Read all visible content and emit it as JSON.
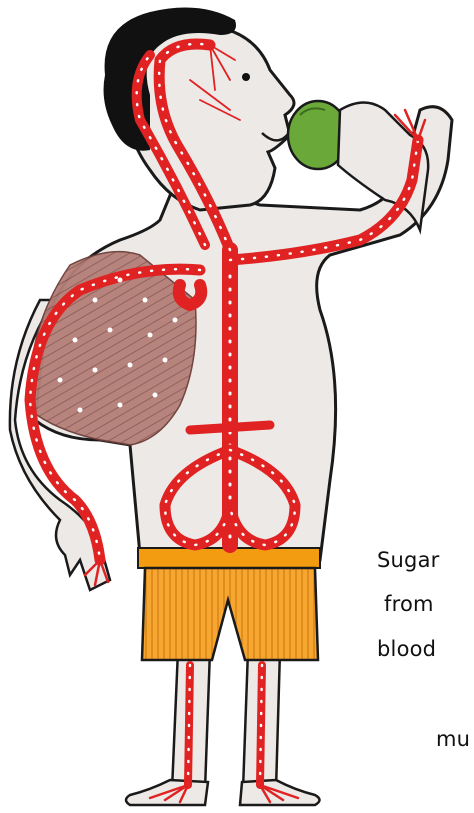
{
  "caption": {
    "line1": "Sugar",
    "line2": "from",
    "line3": "blood",
    "line4": "mu"
  },
  "colors": {
    "skin": "#ece9e6",
    "outline": "#1a1a1a",
    "vessel": "#e02222",
    "vessel_dot": "#ffffff",
    "hair": "#111111",
    "muscle": "#b07a74",
    "fruit": "#6aa83a",
    "shorts": "#f5a623",
    "waistband": "#f39c12"
  },
  "icons": [
    "apple-icon"
  ]
}
